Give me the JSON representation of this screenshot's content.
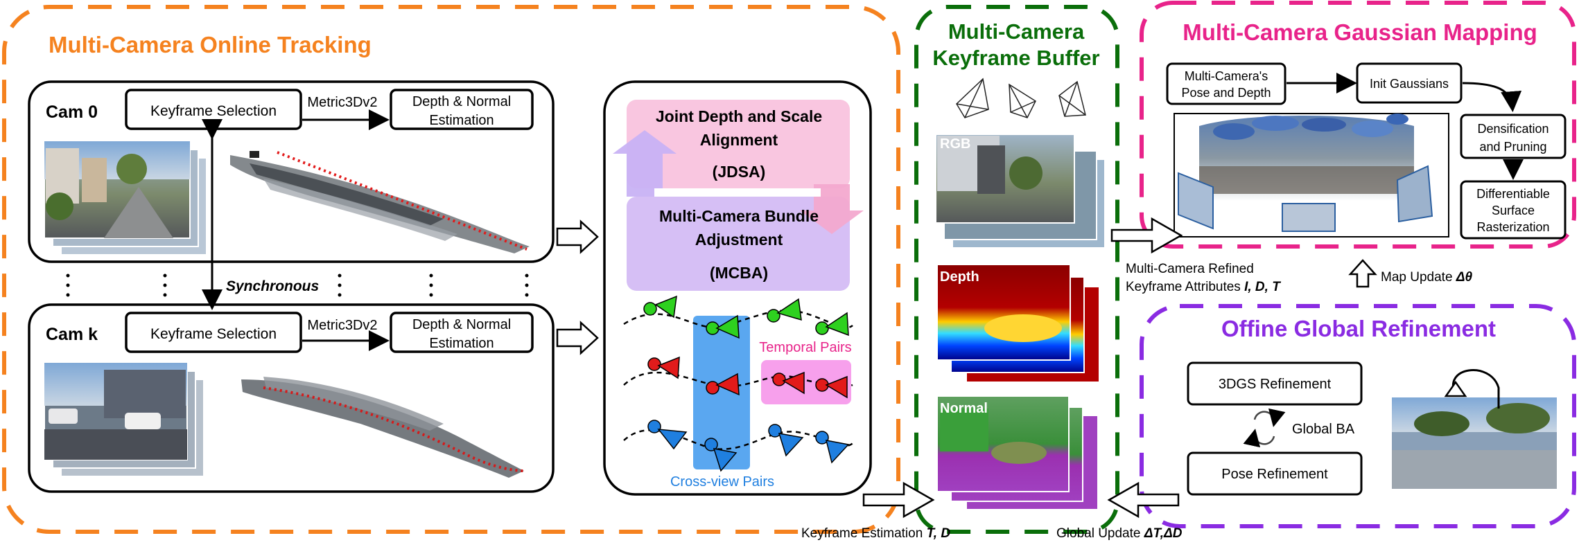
{
  "sections": {
    "tracking_title": "Multi-Camera Online Tracking",
    "buffer_title_1": "Multi-Camera",
    "buffer_title_2": "Keyframe Buffer",
    "mapping_title": "Multi-Camera Gaussian Mapping",
    "refine_title": "Offine Global Refinement"
  },
  "cam0": {
    "label": "Cam 0",
    "kf_selection": "Keyframe Selection",
    "metric": "Metric3Dv2",
    "depth_normal_1": "Depth & Normal",
    "depth_normal_2": "Estimation"
  },
  "camk": {
    "label": "Cam k",
    "kf_selection": "Keyframe Selection",
    "metric": "Metric3Dv2",
    "depth_normal_1": "Depth & Normal",
    "depth_normal_2": "Estimation"
  },
  "synchronous": "Synchronous",
  "optim": {
    "jdsa_1": "Joint Depth and Scale",
    "jdsa_2": "Alignment",
    "jdsa_3": "(JDSA)",
    "mcba_1": "Multi-Camera Bundle",
    "mcba_2": "Adjustment",
    "mcba_3": "(MCBA)",
    "temporal_pairs": "Temporal Pairs",
    "cross_view_pairs": "Cross-view Pairs"
  },
  "buffer": {
    "rgb": "RGB",
    "depth": "Depth",
    "normal": "Normal"
  },
  "mapping": {
    "pose_depth_1": "Multi-Camera's",
    "pose_depth_2": "Pose and Depth",
    "init_gaussians": "Init Gaussians",
    "densify_1": "Densification",
    "densify_2": "and Pruning",
    "raster_1": "Differentiable",
    "raster_2": "Surface",
    "raster_3": "Rasterization"
  },
  "refine": {
    "gs_refine": "3DGS Refinement",
    "global_ba": "Global BA",
    "pose_refine": "Pose Refinement"
  },
  "annotations": {
    "refined_attrs_1": "Multi-Camera Refined",
    "refined_attrs_2": "Keyframe Attributes ",
    "refined_attrs_var": "I, D, T",
    "map_update": "Map Update ",
    "map_update_var": "Δθ",
    "kf_estimation": "Keyframe Estimation ",
    "kf_estimation_var": "T, D",
    "global_update": "Global Update ",
    "global_update_var": "ΔT,ΔD"
  },
  "colors": {
    "orange": "#f5821f",
    "green": "#0a6e0a",
    "magenta": "#e8238a",
    "purple": "#8a2be2",
    "jdsa_fill": "#f9c6e0",
    "mcba_fill": "#d6bff5",
    "cross_view": "#5aa7f0",
    "temporal": "#f7a0ec"
  }
}
